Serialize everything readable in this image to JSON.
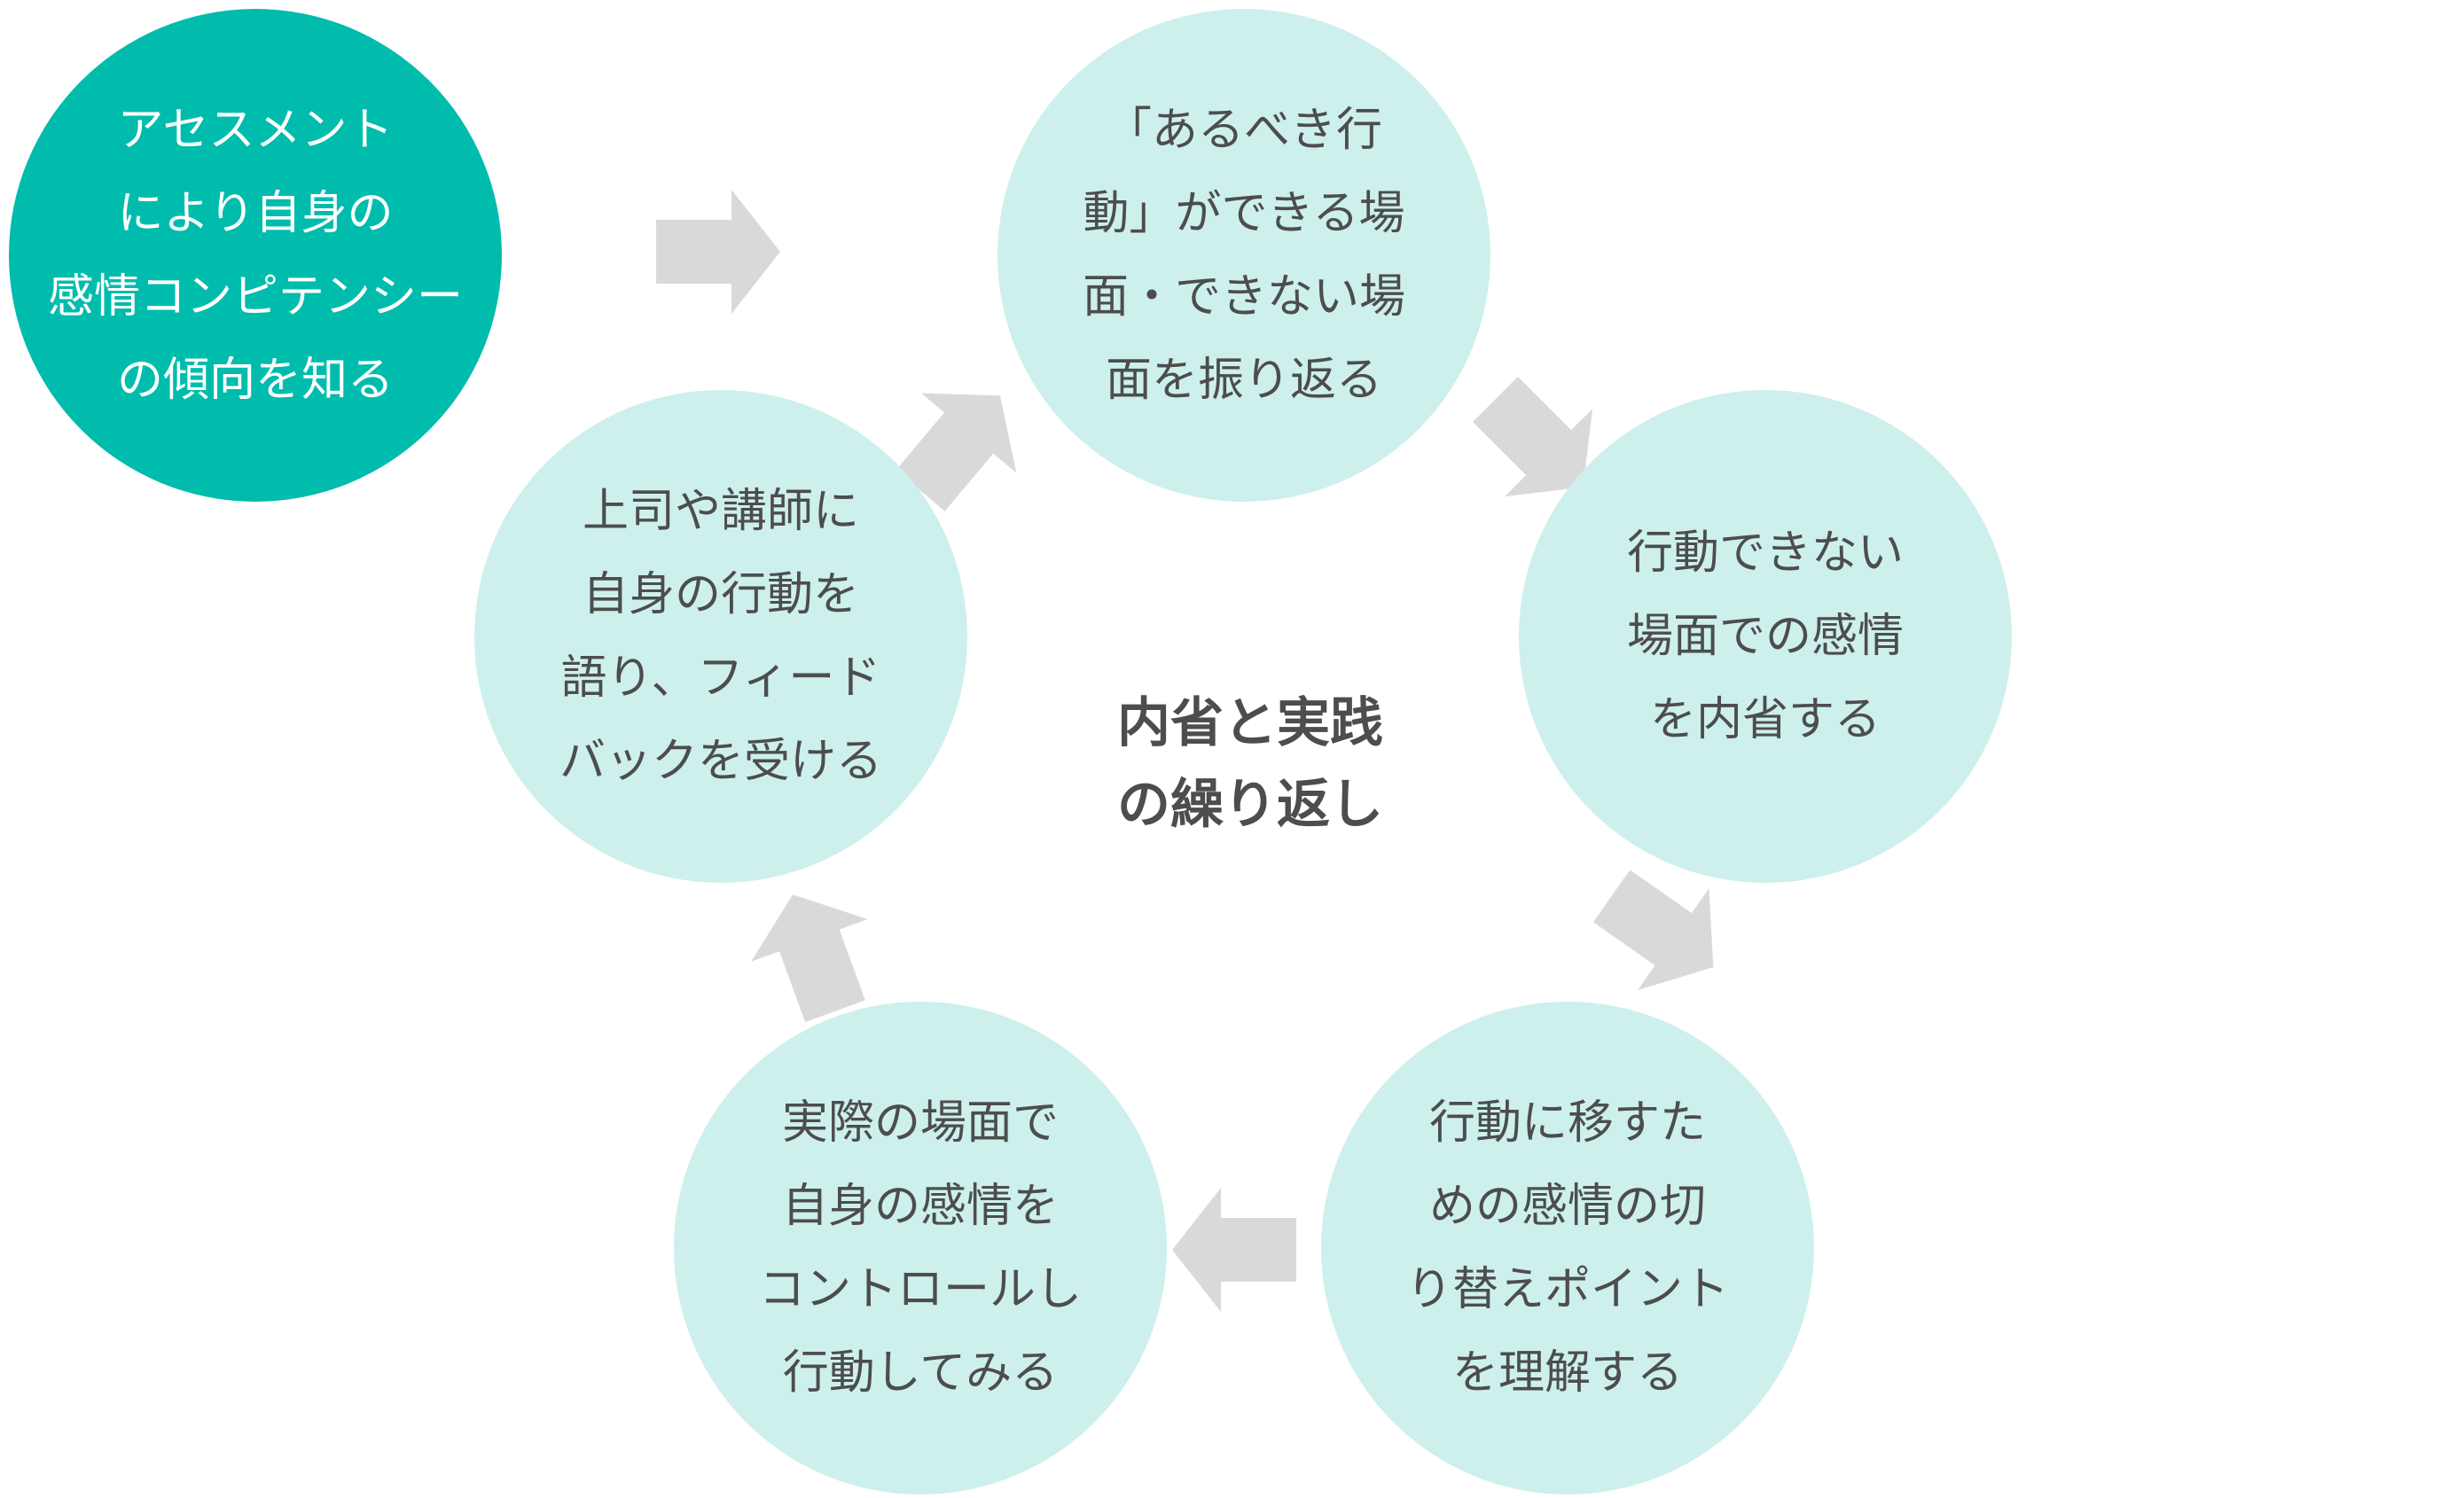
{
  "colors": {
    "accent_circle": "#00bcad",
    "light_circle": "#cdf0ec",
    "text_dark": "#4d4d4d",
    "text_light": "#ffffff",
    "arrow": "#d9d9d9"
  },
  "start": {
    "lines": [
      "アセスメント",
      "により自身の",
      "感情コンピテンシー",
      "の傾向を知る"
    ]
  },
  "center": {
    "lines": [
      "内省と実践",
      "の繰り返し"
    ]
  },
  "steps": [
    {
      "lines": [
        "「あるべき行",
        "動」ができる場",
        "面・できない場",
        "面を振り返る"
      ]
    },
    {
      "lines": [
        "行動できない",
        "場面での感情",
        "を内省する"
      ]
    },
    {
      "lines": [
        "行動に移すた",
        "めの感情の切",
        "り替えポイント",
        "を理解する"
      ]
    },
    {
      "lines": [
        "実際の場面で",
        "自身の感情を",
        "コントロールし",
        "行動してみる"
      ]
    },
    {
      "lines": [
        "上司や講師に",
        "自身の行動を",
        "語り、フィード",
        "バックを受ける"
      ]
    }
  ],
  "arrows": [
    {
      "name": "start-to-cycle-arrow-icon"
    },
    {
      "name": "arrow-step1-to-step2-icon"
    },
    {
      "name": "arrow-step2-to-step3-icon"
    },
    {
      "name": "arrow-step3-to-step4-icon"
    },
    {
      "name": "arrow-step4-to-step5-icon"
    },
    {
      "name": "arrow-step5-to-step1-icon"
    }
  ]
}
